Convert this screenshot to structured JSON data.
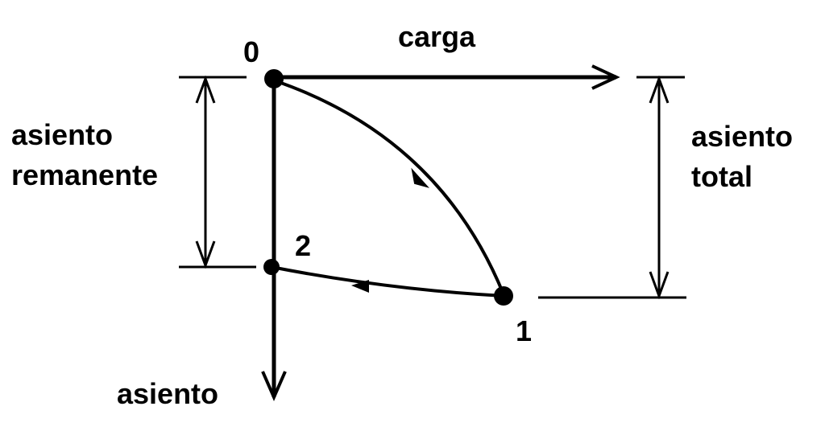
{
  "labels": {
    "origin": "0",
    "point1": "1",
    "point2": "2",
    "x_axis": "carga",
    "y_axis": "asiento",
    "left_dim_line1": "asiento",
    "left_dim_line2": "remanente",
    "right_dim_line1": "asiento",
    "right_dim_line2": "total"
  },
  "colors": {
    "stroke": "#000000",
    "background": "#ffffff"
  }
}
